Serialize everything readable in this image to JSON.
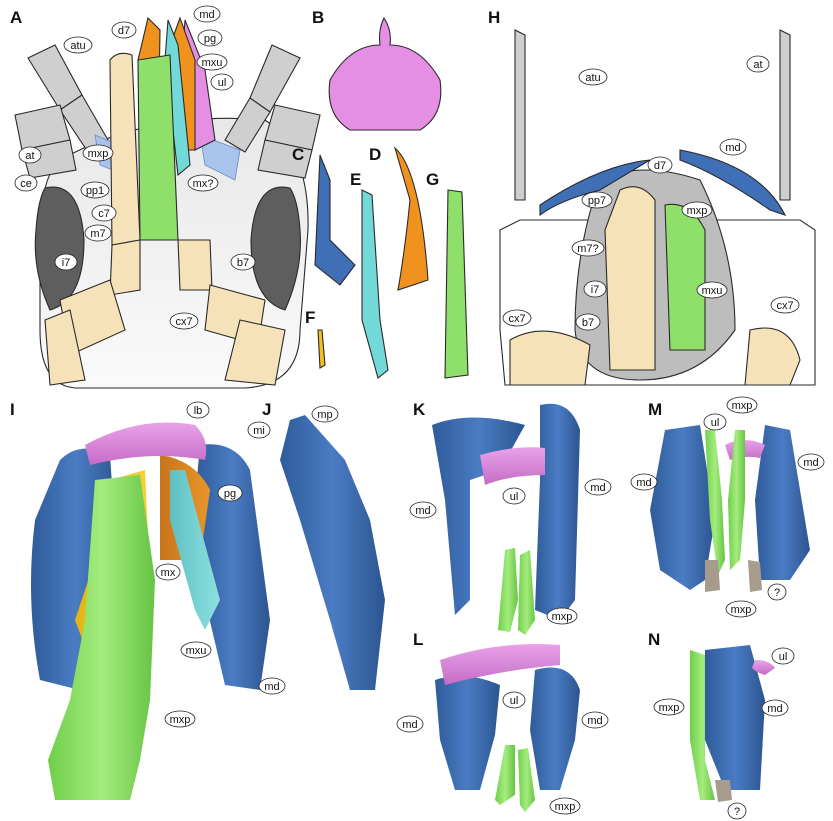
{
  "figure": {
    "colors": {
      "mandible": "#3f6fb6",
      "mandible_dark": "#2c558f",
      "upper_lip": "#e48ee4",
      "maxillipede": "#8ee06a",
      "maxilla": "#f4c020",
      "maxillula": "#73d8d8",
      "paragnath": "#f0921e",
      "legs": "#f5e2b8",
      "head": "#e4e4e4",
      "antenna": "#cfcfcf",
      "eye": "#5e5e5e",
      "question_part": "#a69b8c"
    },
    "panels": {
      "A": {
        "letter": "A",
        "labels": {
          "atu": "atu",
          "d7": "d7",
          "md": "md",
          "pg": "pg",
          "mxu": "mxu",
          "ul": "ul",
          "at": "at",
          "mxp": "mxp",
          "ce": "ce",
          "pp1": "pp1",
          "mx": "mx?",
          "c7": "c7",
          "m7": "m7",
          "i7": "i7",
          "b7": "b7",
          "cx7": "cx7"
        }
      },
      "B": {
        "letter": "B"
      },
      "C": {
        "letter": "C"
      },
      "D": {
        "letter": "D"
      },
      "E": {
        "letter": "E"
      },
      "F": {
        "letter": "F"
      },
      "G": {
        "letter": "G"
      },
      "H": {
        "letter": "H",
        "labels": {
          "atu": "atu",
          "at": "at",
          "d7": "d7",
          "md": "md",
          "pp7": "pp7",
          "mxp": "mxp",
          "m7": "m7?",
          "i7": "i7",
          "mxu": "mxu",
          "cx7_left": "cx7",
          "b7": "b7",
          "cx7_right": "cx7"
        }
      },
      "I": {
        "letter": "I",
        "labels": {
          "lb": "lb",
          "pg": "pg",
          "mx": "mx",
          "mxu": "mxu",
          "md": "md",
          "mxp": "mxp"
        }
      },
      "J": {
        "letter": "J",
        "labels": {
          "mp": "mp",
          "mi": "mi"
        }
      },
      "K": {
        "letter": "K",
        "labels": {
          "md_left": "md",
          "ul": "ul",
          "md_right": "md",
          "mxp": "mxp"
        }
      },
      "L": {
        "letter": "L",
        "labels": {
          "md_left": "md",
          "ul": "ul",
          "md_right": "md",
          "mxp": "mxp"
        }
      },
      "M": {
        "letter": "M",
        "labels": {
          "ul": "ul",
          "mxp_top": "mxp",
          "md_left": "md",
          "md_right": "md",
          "mxp_bottom": "mxp",
          "q": "?"
        }
      },
      "N": {
        "letter": "N",
        "labels": {
          "ul": "ul",
          "mxp": "mxp",
          "md": "md",
          "q": "?"
        }
      }
    }
  }
}
